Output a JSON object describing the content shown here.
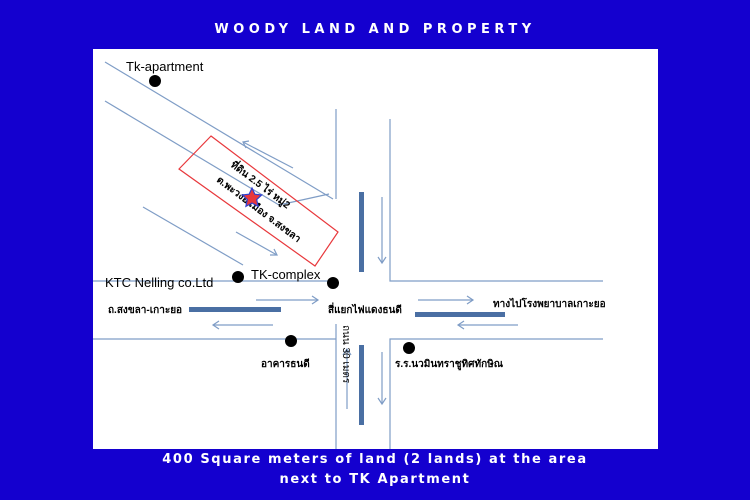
{
  "header": {
    "title": "WOODY LAND AND PROPERTY"
  },
  "map": {
    "landmarks": {
      "tk_apartment": "Tk-apartment",
      "ktc_nelling": "KTC Nelling co.Ltd",
      "tk_complex": "TK-complex",
      "intersection": "สี่แยกไฟแดงธนดี",
      "road_left": "ถ.สงขลา-เกาะยอ",
      "road_right": "ทางไปโรงพยาบาลเกาะยอ",
      "building_sw": "อาคารธนดี",
      "road_south": "ถนน 30 เมตร",
      "school_se": "ร.ร.นวมินทราชูทิศทักษิณ"
    },
    "plot": {
      "line1": "ที่ดิน 2.5 ไร่ หมู่2",
      "line2": "ต.พะวงอ.เมือง จ.สงขลา"
    },
    "colors": {
      "road_line": "#7f9dc6",
      "median": "#4a6fa3",
      "plot_border": "#e8383c",
      "marker": "#3040d0"
    }
  },
  "caption": {
    "line1": "400 Square meters of land (2 lands) at the area",
    "line2": "next to TK Apartment"
  }
}
